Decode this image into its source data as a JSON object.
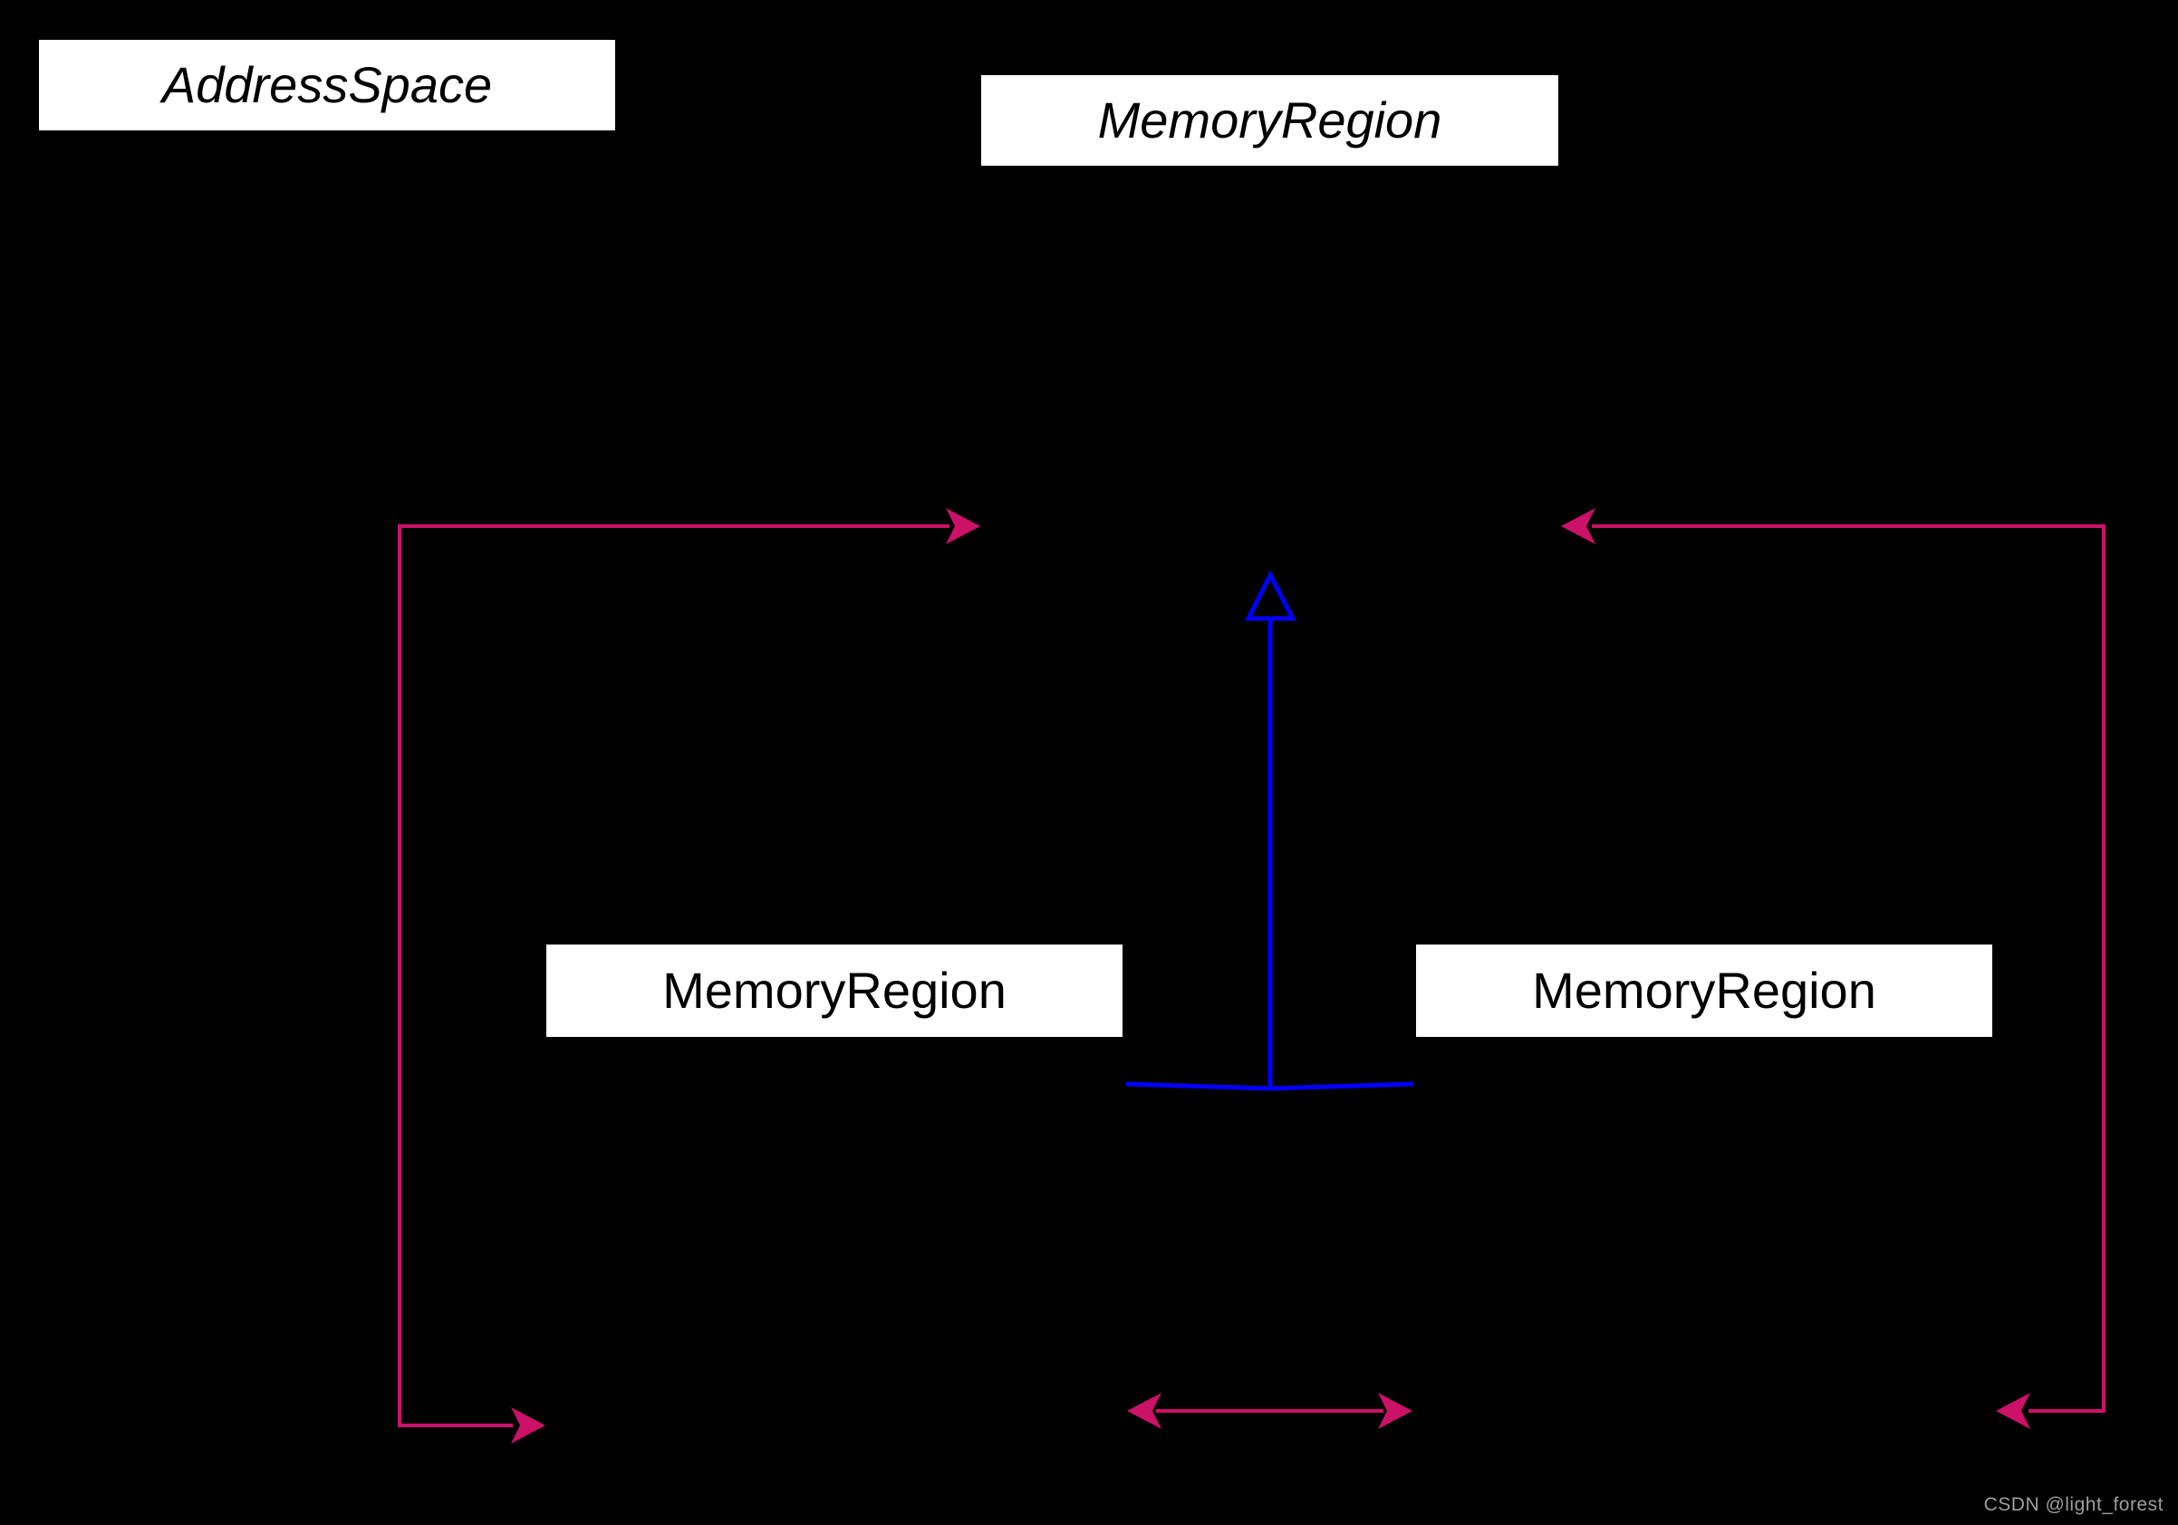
{
  "diagram": {
    "nodes": [
      {
        "id": "address-space",
        "label": "AddressSpace",
        "style": "italic"
      },
      {
        "id": "memory-region-parent",
        "label": "MemoryRegion",
        "style": "italic"
      },
      {
        "id": "memory-region-left",
        "label": "MemoryRegion",
        "style": "normal"
      },
      {
        "id": "memory-region-right",
        "label": "MemoryRegion",
        "style": "normal"
      }
    ],
    "connectors": [
      {
        "id": "left-association-arrow",
        "type": "association",
        "color": "#cc1168"
      },
      {
        "id": "right-association-arrow",
        "type": "association",
        "color": "#cc1168"
      },
      {
        "id": "generalization-arrow",
        "type": "generalization",
        "color": "#0000ff"
      },
      {
        "id": "alias-double-arrow",
        "type": "bidirectional",
        "color": "#cc1168"
      }
    ],
    "colors": {
      "background": "#000000",
      "node_fill": "#ffffff",
      "node_text": "#000000",
      "association_pink": "#cc1168",
      "generalization_blue": "#0000ff",
      "watermark_gray": "#9e9e9e"
    }
  },
  "watermark": {
    "text": "CSDN @light_forest"
  }
}
